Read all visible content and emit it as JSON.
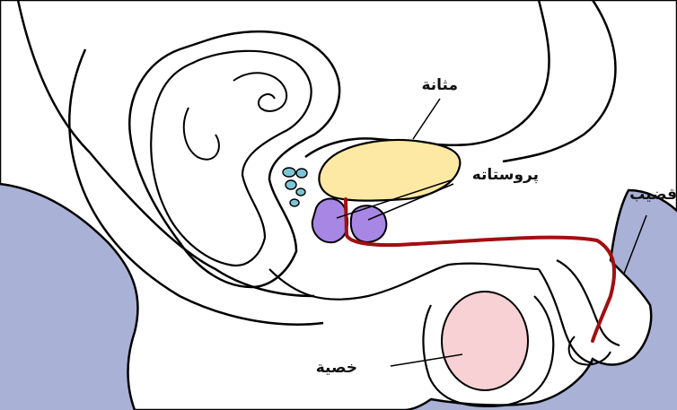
{
  "labels": {
    "bladder": "مثانة",
    "prostate": "پروستاته",
    "penis": "قضيب",
    "testis": "خصية"
  },
  "colors": {
    "background": "#aab1d6",
    "body": "#ffffff",
    "outline": "#000000",
    "bladder": "#fde9a3",
    "prostate": "#a886e4",
    "urethra": "#a20f12",
    "testis": "#f7d1d3",
    "vesicles": "#7cc5d6"
  }
}
